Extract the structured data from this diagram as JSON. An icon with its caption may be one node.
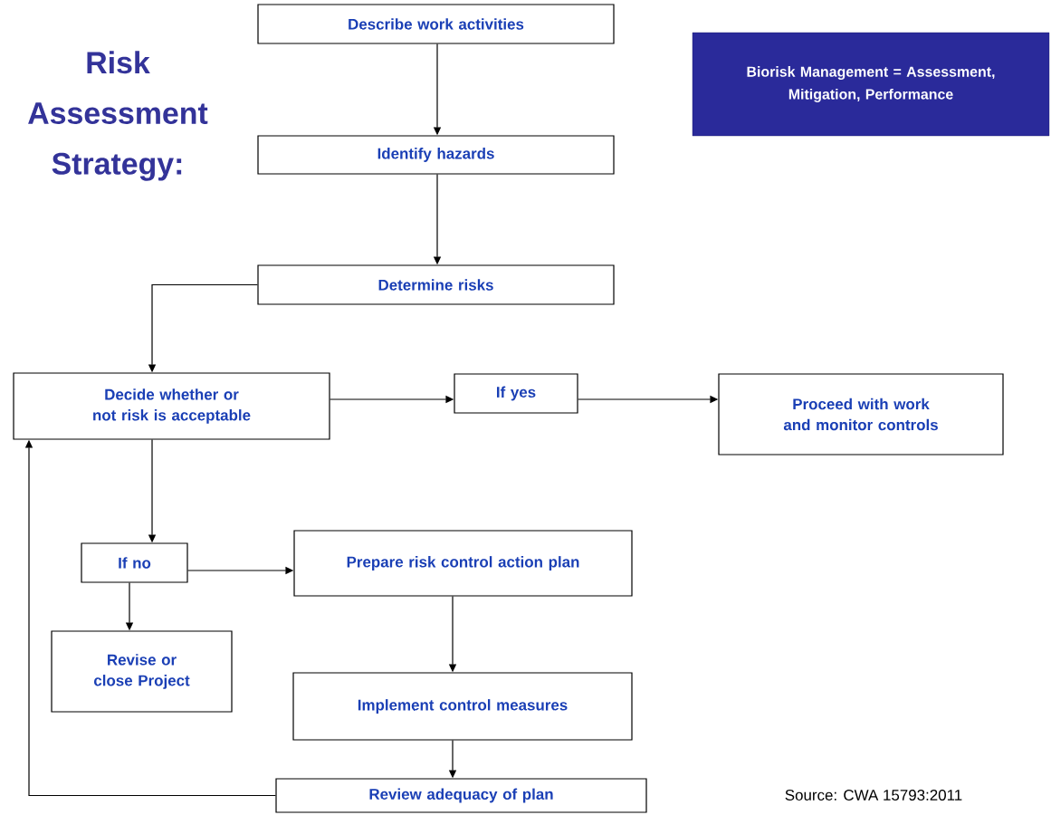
{
  "diagram": {
    "title": "Risk Assessment Strategy:",
    "nodes": [
      {
        "text": [
          "Describe work activities"
        ]
      },
      {
        "text": [
          "Identify hazards"
        ]
      },
      {
        "text": [
          "Determine risks"
        ]
      },
      {
        "text": [
          "Decide whether or not risk is acceptable"
        ]
      },
      {
        "text": [
          "If yes"
        ]
      },
      {
        "text": [
          "Proceed with work and monitor controls"
        ]
      },
      {
        "text": [
          "If no"
        ]
      },
      {
        "text": [
          "Prepare risk control action plan"
        ]
      },
      {
        "text": [
          "Revise or close Project"
        ]
      },
      {
        "text": [
          "Implement control measures"
        ]
      },
      {
        "text": [
          "Review adequacy of plan"
        ]
      },
      {
        "text": [
          "Biorisk Management = Assessment, Mitigation, Performance"
        ]
      }
    ],
    "edges": [
      {
        "from": 0,
        "to": 1,
        "arrow": "to"
      },
      {
        "from": 1,
        "to": 2,
        "arrow": "to"
      },
      {
        "from": 2,
        "to": 3,
        "arrow": "to"
      },
      {
        "from": 3,
        "to": 4,
        "arrow": "to"
      },
      {
        "from": 4,
        "to": 5,
        "arrow": "to"
      },
      {
        "from": 3,
        "to": 6,
        "arrow": "to"
      },
      {
        "from": 6,
        "to": 7,
        "arrow": "to"
      },
      {
        "from": 6,
        "to": 8,
        "arrow": "to"
      },
      {
        "from": 7,
        "to": 9,
        "arrow": "to"
      },
      {
        "from": 9,
        "to": 10,
        "arrow": "to"
      },
      {
        "from": 10,
        "to": 3,
        "arrow": "to"
      }
    ],
    "labels": [
      "Source: CWA 15793:2011"
    ]
  }
}
